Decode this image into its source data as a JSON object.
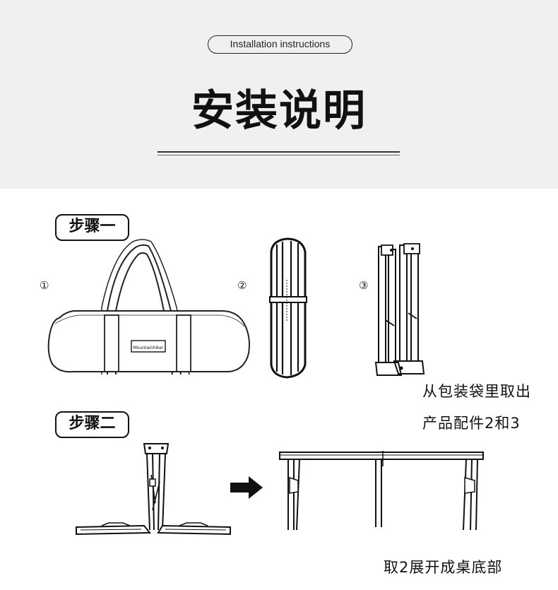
{
  "header": {
    "pill_label": "Installation instructions",
    "title": "安装说明"
  },
  "step1": {
    "badge": "步骤一",
    "items": [
      {
        "number": "①",
        "icon": "carry-bag-icon",
        "brand": "Mountainhiker"
      },
      {
        "number": "②",
        "icon": "rolled-tabletop-icon"
      },
      {
        "number": "③",
        "icon": "folded-frame-icon"
      }
    ],
    "caption_line1": "从包装袋里取出",
    "caption_line2": "产品配件2和3"
  },
  "step2": {
    "badge": "步骤二",
    "icons": [
      "folded-leg-frame-icon",
      "arrow-right-icon",
      "table-frame-icon"
    ],
    "caption": "取2展开成桌底部"
  }
}
